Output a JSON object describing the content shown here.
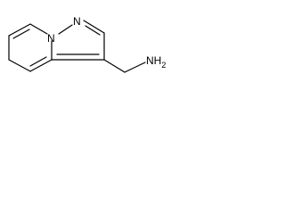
{
  "structure": {
    "atoms": {
      "n_pyrazole": "N",
      "n_bridgehead": "N",
      "amine": "NH",
      "amine_subscript": "2"
    }
  }
}
